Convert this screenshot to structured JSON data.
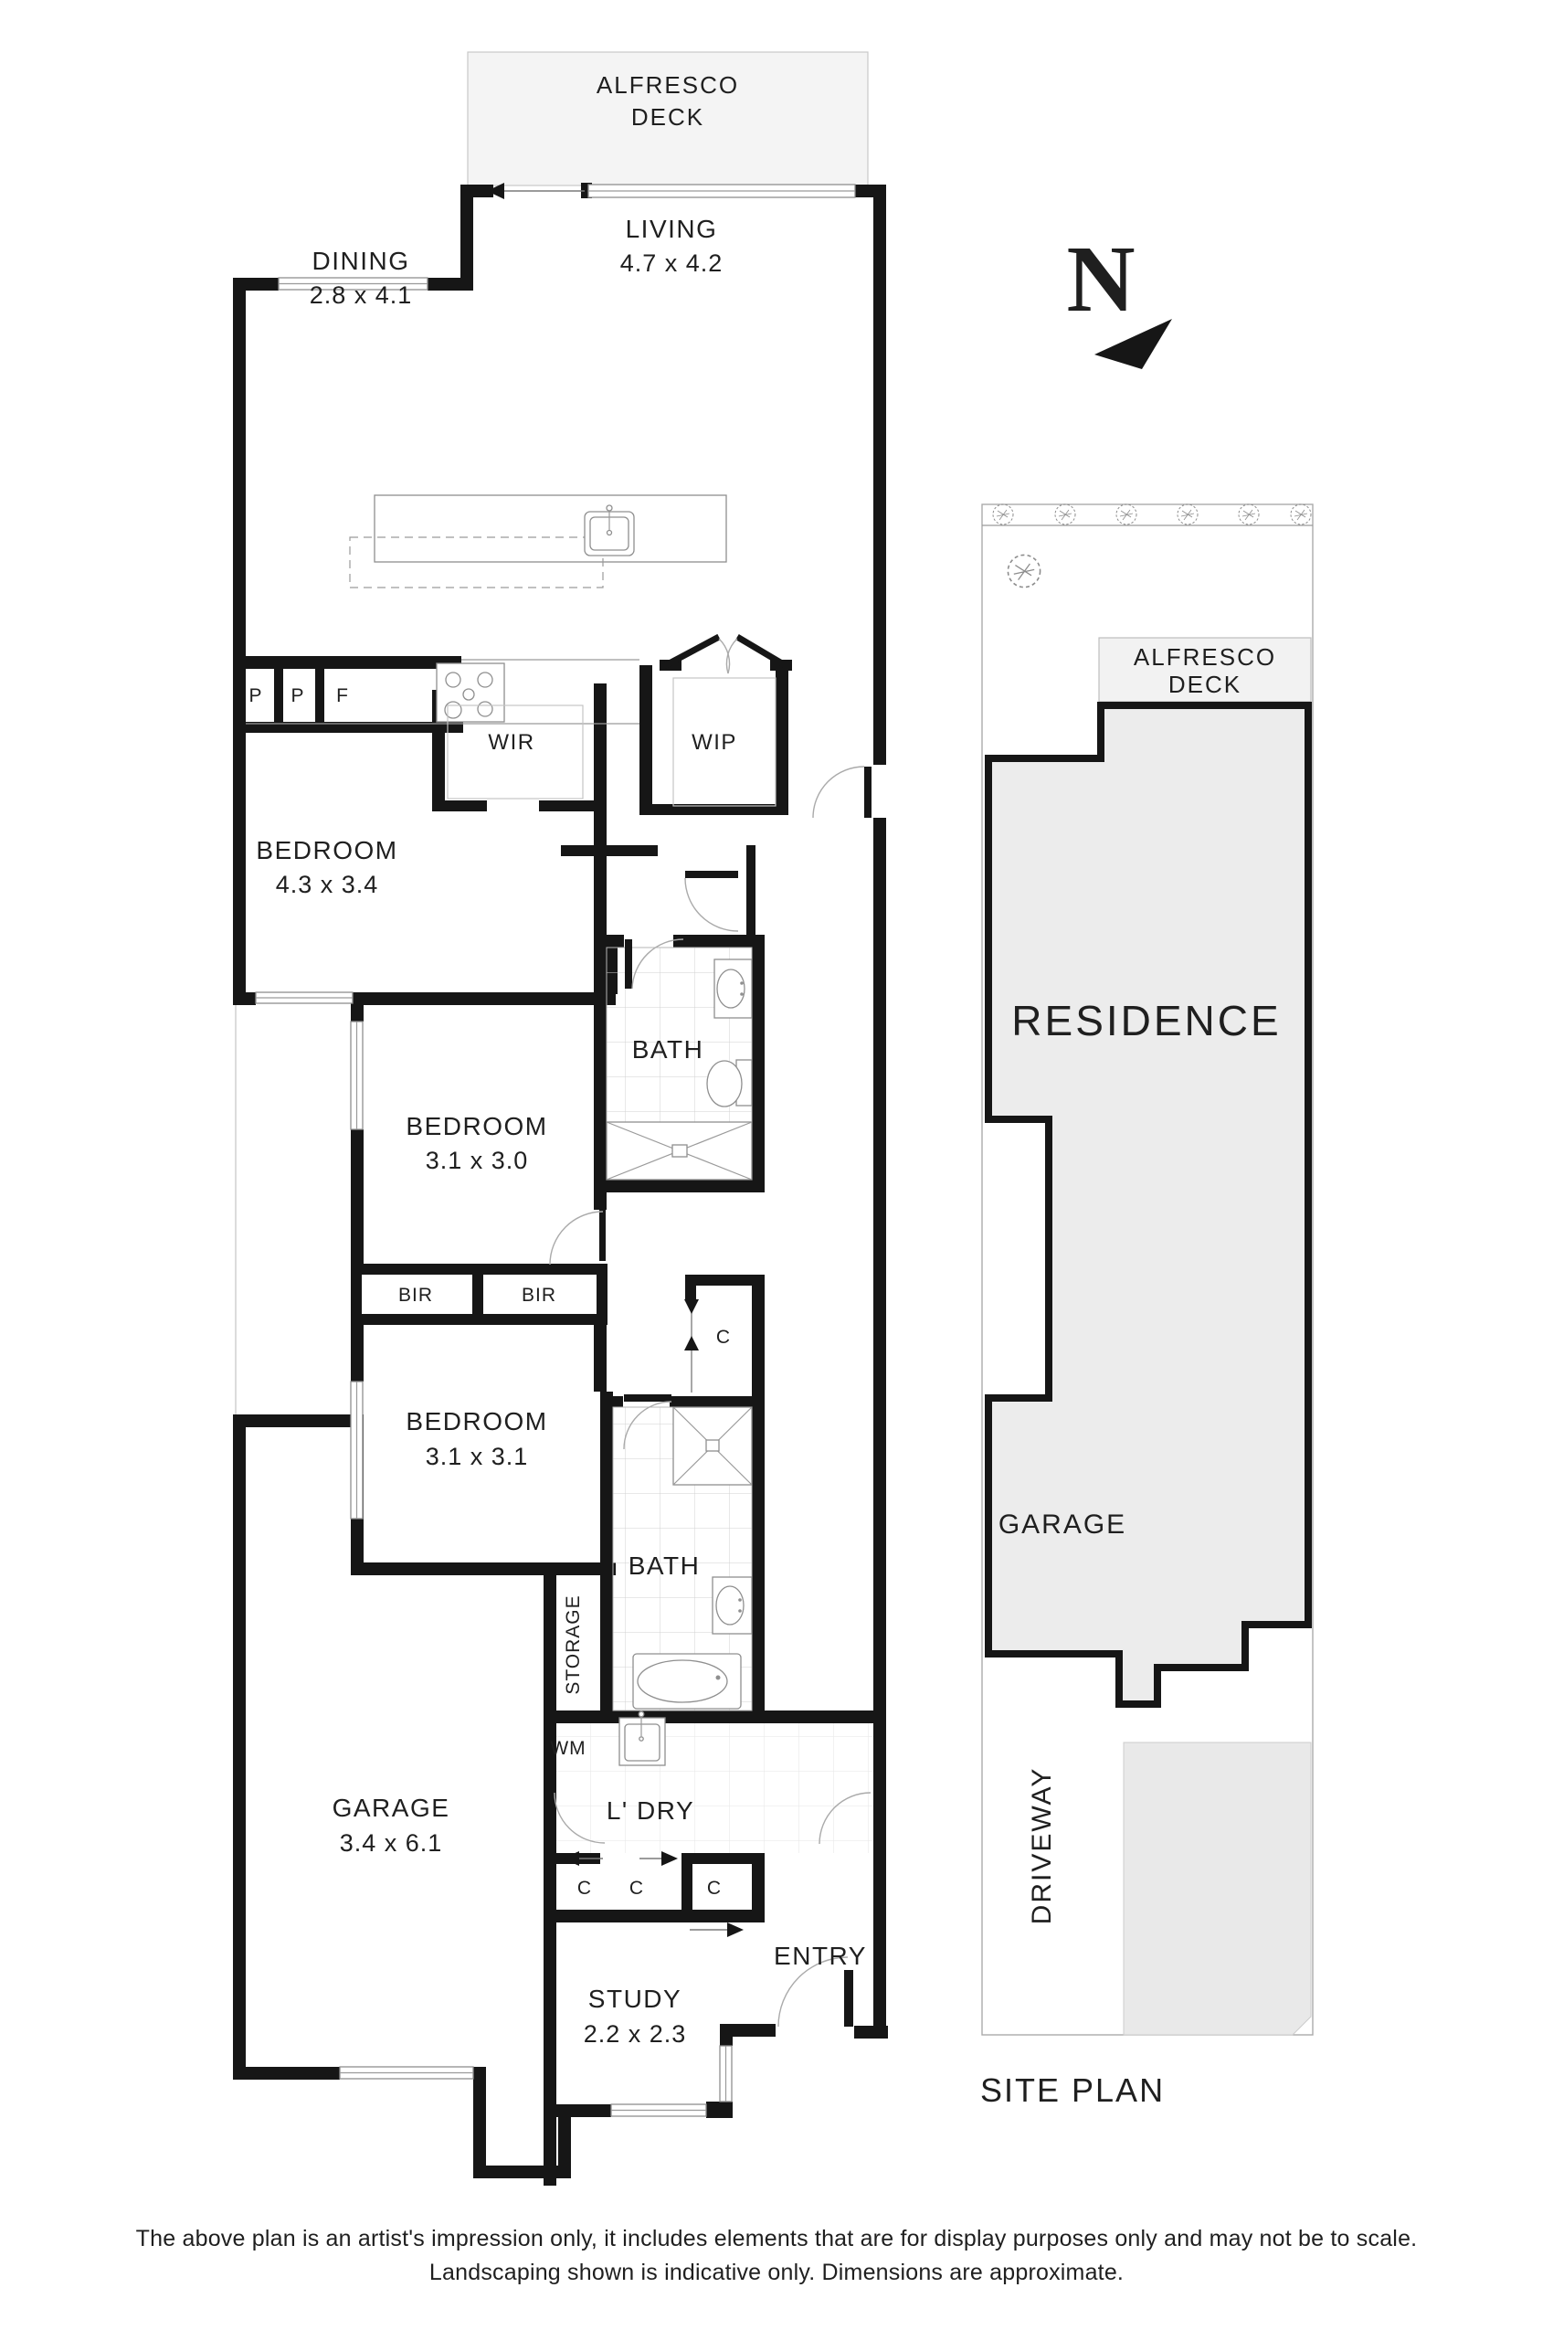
{
  "plan": {
    "alfresco_deck": {
      "line1": "ALFRESCO",
      "line2": "DECK"
    },
    "living": {
      "name": "LIVING",
      "dims": "4.7 x 4.2"
    },
    "dining": {
      "name": "DINING",
      "dims": "2.8 x 4.1"
    },
    "kitchen": {
      "pantry1": "P",
      "pantry2": "P",
      "fridge": "F",
      "wip": "WIP"
    },
    "wir": "WIR",
    "bedroom1": {
      "name": "BEDROOM",
      "dims": "4.3 x 3.4"
    },
    "bath1": "BATH",
    "bedroom2": {
      "name": "BEDROOM",
      "dims": "3.1 x 3.0"
    },
    "bir1": "BIR",
    "bir2": "BIR",
    "cupboard1": "C",
    "bedroom3": {
      "name": "BEDROOM",
      "dims": "3.1 x 3.1"
    },
    "bath2": "BATH",
    "storage": "STORAGE",
    "wm": "WM",
    "laundry": "L' DRY",
    "garage": {
      "name": "GARAGE",
      "dims": "3.4 x 6.1"
    },
    "cupboard2": "C",
    "cupboard3": "C",
    "cupboard4": "C",
    "entry": "ENTRY",
    "study": {
      "name": "STUDY",
      "dims": "2.2 x 2.3"
    }
  },
  "site_plan": {
    "north_letter": "N",
    "alfresco_deck": {
      "line1": "ALFRESCO",
      "line2": "DECK"
    },
    "residence": "RESIDENCE",
    "garage": "GARAGE",
    "driveway": "DRIVEWAY",
    "title": "SITE PLAN"
  },
  "disclaimer": {
    "line1": "The above plan is an artist's impression only, it includes elements that are for display purposes only and may not be to scale.",
    "line2": "Landscaping shown is indicative only. Dimensions are approximate."
  },
  "colors": {
    "wall": "#161616",
    "deck_fill": "#f4f4f4",
    "residence_fill": "#ececec",
    "driveway_fill": "#e9e9e9",
    "thin_line": "#9a9a9a"
  }
}
